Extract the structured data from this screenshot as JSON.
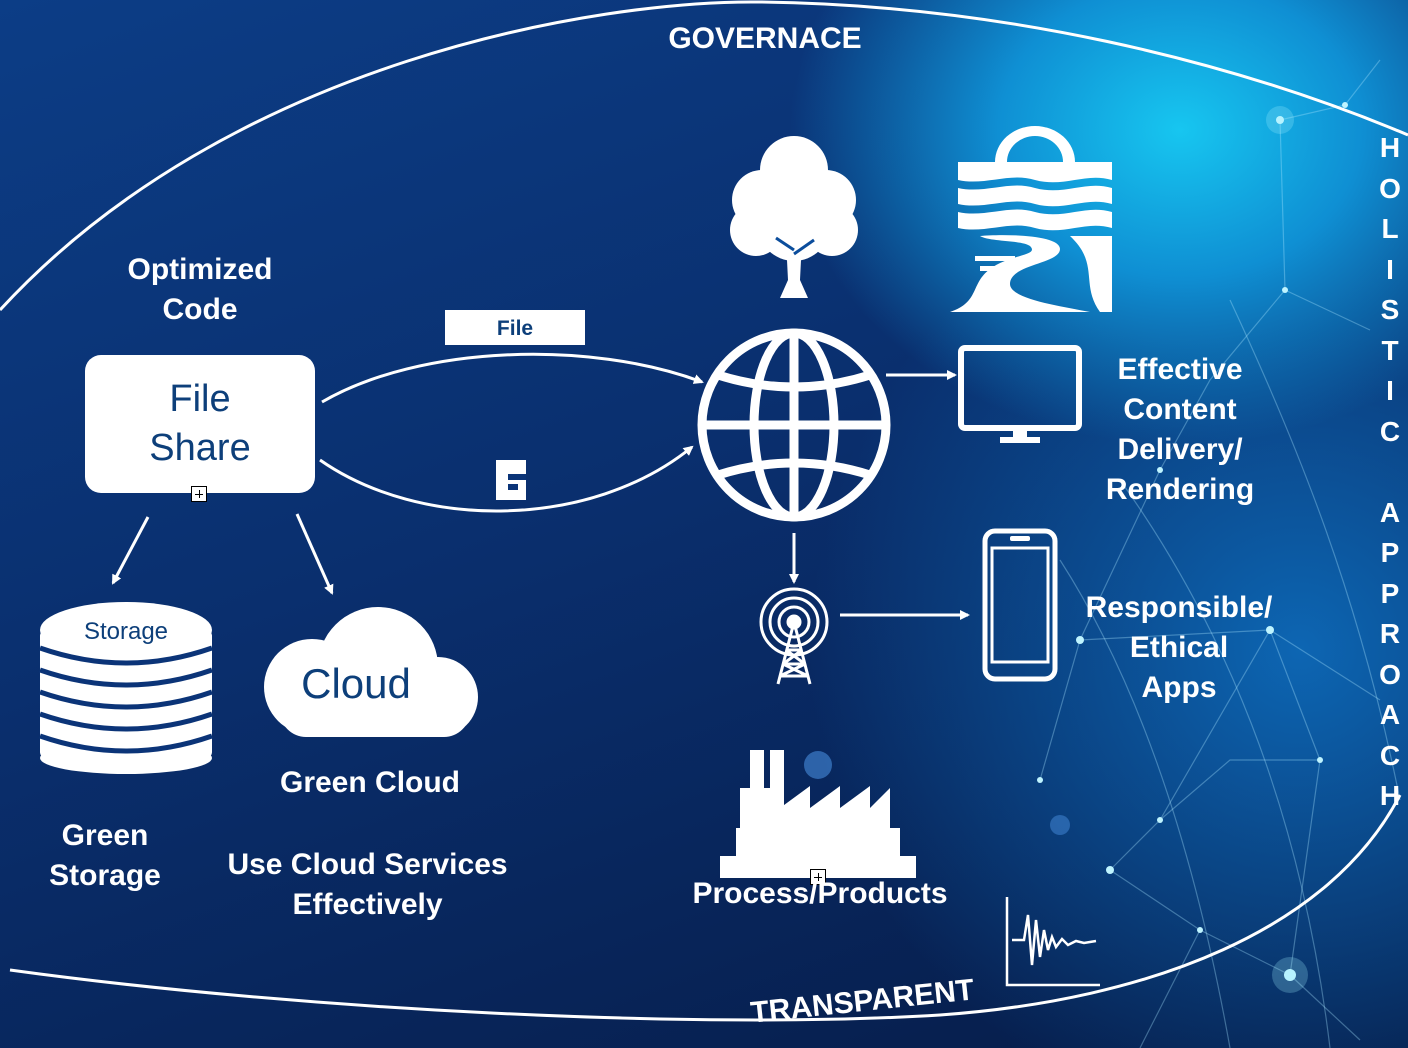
{
  "diagram": {
    "top_label": "GOVERNACE",
    "bottom_label": "TRANSPARENT",
    "vertical_label": [
      "H",
      "O",
      "L",
      "I",
      "S",
      "T",
      "I",
      "C",
      "",
      "A",
      "P",
      "P",
      "R",
      "O",
      "A",
      "C",
      "H"
    ],
    "optimized_code": [
      "Optimized",
      "Code"
    ],
    "file_share": [
      "File",
      "Share"
    ],
    "file_tag": "File",
    "storage_text": "Storage",
    "cloud_text": "Cloud",
    "green_cloud": "Green Cloud",
    "green_storage": [
      "Green",
      "Storage"
    ],
    "use_cloud": [
      "Use Cloud Services",
      "Effectively"
    ],
    "content_delivery": [
      "Effective",
      "Content",
      "Delivery/",
      "Rendering"
    ],
    "ethical_apps": [
      "Responsible/",
      "Ethical",
      "Apps"
    ],
    "process_products": "Process/Products"
  },
  "colors": {
    "text": "#ffffff",
    "box_text": "#0d3f7a",
    "background_dark": "#061c48",
    "background_glow": "#17c6f0"
  },
  "icons": [
    "tree-icon",
    "river-icon",
    "globe-icon",
    "monitor-icon",
    "antenna-tower-icon",
    "smartphone-icon",
    "factory-icon",
    "storage-stack-icon",
    "cloud-icon",
    "file-icon",
    "waveform-icon"
  ]
}
